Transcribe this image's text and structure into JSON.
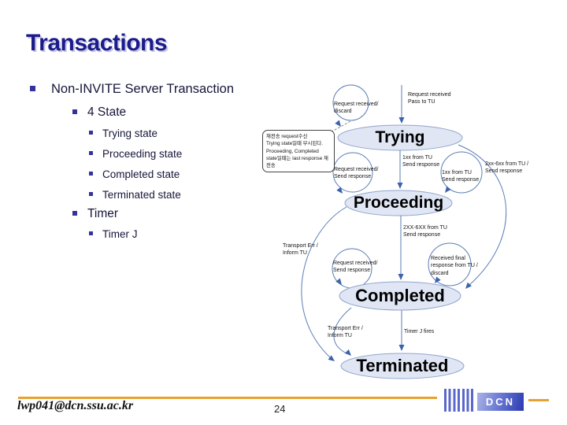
{
  "slide": {
    "title": "Transactions",
    "bullets": {
      "level1": "Non-INVITE Server Transaction",
      "four_state": "4 State",
      "states": [
        "Trying state",
        "Proceeding state",
        "Completed state",
        "Terminated state"
      ],
      "timer": "Timer",
      "timer_j": "Timer J"
    },
    "footer": {
      "email": "lwp041@dcn.ssu.ac.kr",
      "page_number": "24",
      "logo_text": "DCN"
    }
  },
  "diagram": {
    "states": {
      "trying": "Trying",
      "proceeding": "Proceeding",
      "completed": "Completed",
      "terminated": "Terminated"
    },
    "labels": {
      "request_pass_tu": "Request received\nPass to TU",
      "trying_loop": "Request received/\ndiscard",
      "note": "재전송 request수신\nTrying state일때 무시된다.\nProceeding, Completed\nstate일때는 last response 재전송",
      "trying_to_proceeding": "1xx from TU\nSend response",
      "proceeding_loop_left": "Request received/\nSend response",
      "proceeding_loop_right": "1xx from TU\nSend response",
      "trying_to_completed": "2xx-6xx from TU /\nSend response",
      "proceeding_to_completed": "2XX-6XX from TU\nSend response",
      "proceeding_to_terminated": "Transport Err /\nInform TU",
      "completed_loop_left": "Request received/\nSend response",
      "completed_loop_right": "Received final\nresponse from TU /\ndiscard",
      "completed_to_terminated_err": "Transport Err /\nInform TU",
      "timer_j_fires": "Timer J fires"
    },
    "colors": {
      "line": "#5b7db5",
      "state_fill": "#e0e6f4",
      "state_border": "#90a5cc",
      "arrow": "#3b62aa",
      "accent_rule": "#e5a230"
    }
  }
}
